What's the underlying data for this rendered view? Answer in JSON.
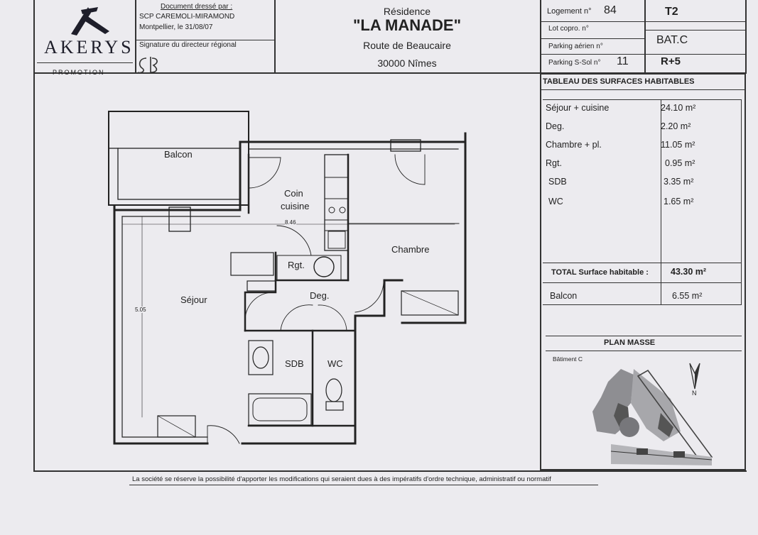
{
  "brand": {
    "name": "AKERYS",
    "tagline": "PROMOTION"
  },
  "doc_info": {
    "line1": "Document dressé par :",
    "line2": "SCP CAREMOLI-MIRAMOND",
    "line3": "Montpellier, le 31/08/07",
    "signature_label": "Signature du directeur régional"
  },
  "residence": {
    "prefix": "Résidence",
    "name": "\"LA MANADE\"",
    "street": "Route de Beaucaire",
    "city": "30000 Nîmes"
  },
  "lot": {
    "logement_label": "Logement n°",
    "logement_value": "84",
    "type": "T2",
    "copro_label": "Lot copro. n°",
    "building": "BAT.C",
    "parking_aerien_label": "Parking aérien n°",
    "parking_ss_label": "Parking S-Sol n°",
    "parking_ss_value": "11",
    "floor": "R+5"
  },
  "surfaces": {
    "title": "TABLEAU DES SURFACES HABITABLES",
    "rows": [
      {
        "room": "Séjour + cuisine",
        "area": "24.10 m²"
      },
      {
        "room": "Deg.",
        "area": "2.20 m²"
      },
      {
        "room": "Chambre + pl.",
        "area": "11.05 m²"
      },
      {
        "room": "Rgt.",
        "area": "0.95 m²"
      },
      {
        "room": "SDB",
        "area": "3.35 m²"
      },
      {
        "room": "WC",
        "area": "1.65 m²"
      }
    ],
    "total_label": "TOTAL Surface habitable :",
    "total_value": "43.30 m²",
    "balcon_label": "Balcon",
    "balcon_value": "6.55 m²"
  },
  "plan_masse": {
    "title": "PLAN MASSE",
    "building_label": "Bâtiment C",
    "north": "N"
  },
  "plan": {
    "balcon": "Balcon",
    "coin": "Coin",
    "cuisine": "cuisine",
    "chambre": "Chambre",
    "rgt": "Rgt.",
    "sejour": "Séjour",
    "deg": "Deg.",
    "sdb": "SDB",
    "wc": "WC",
    "dim_width": "8.46",
    "dim_height": "5.05"
  },
  "footer": "La société se réserve la possibilité d'apporter les modifications qui seraient dues à des impératifs d'ordre technique, administratif ou normatif"
}
